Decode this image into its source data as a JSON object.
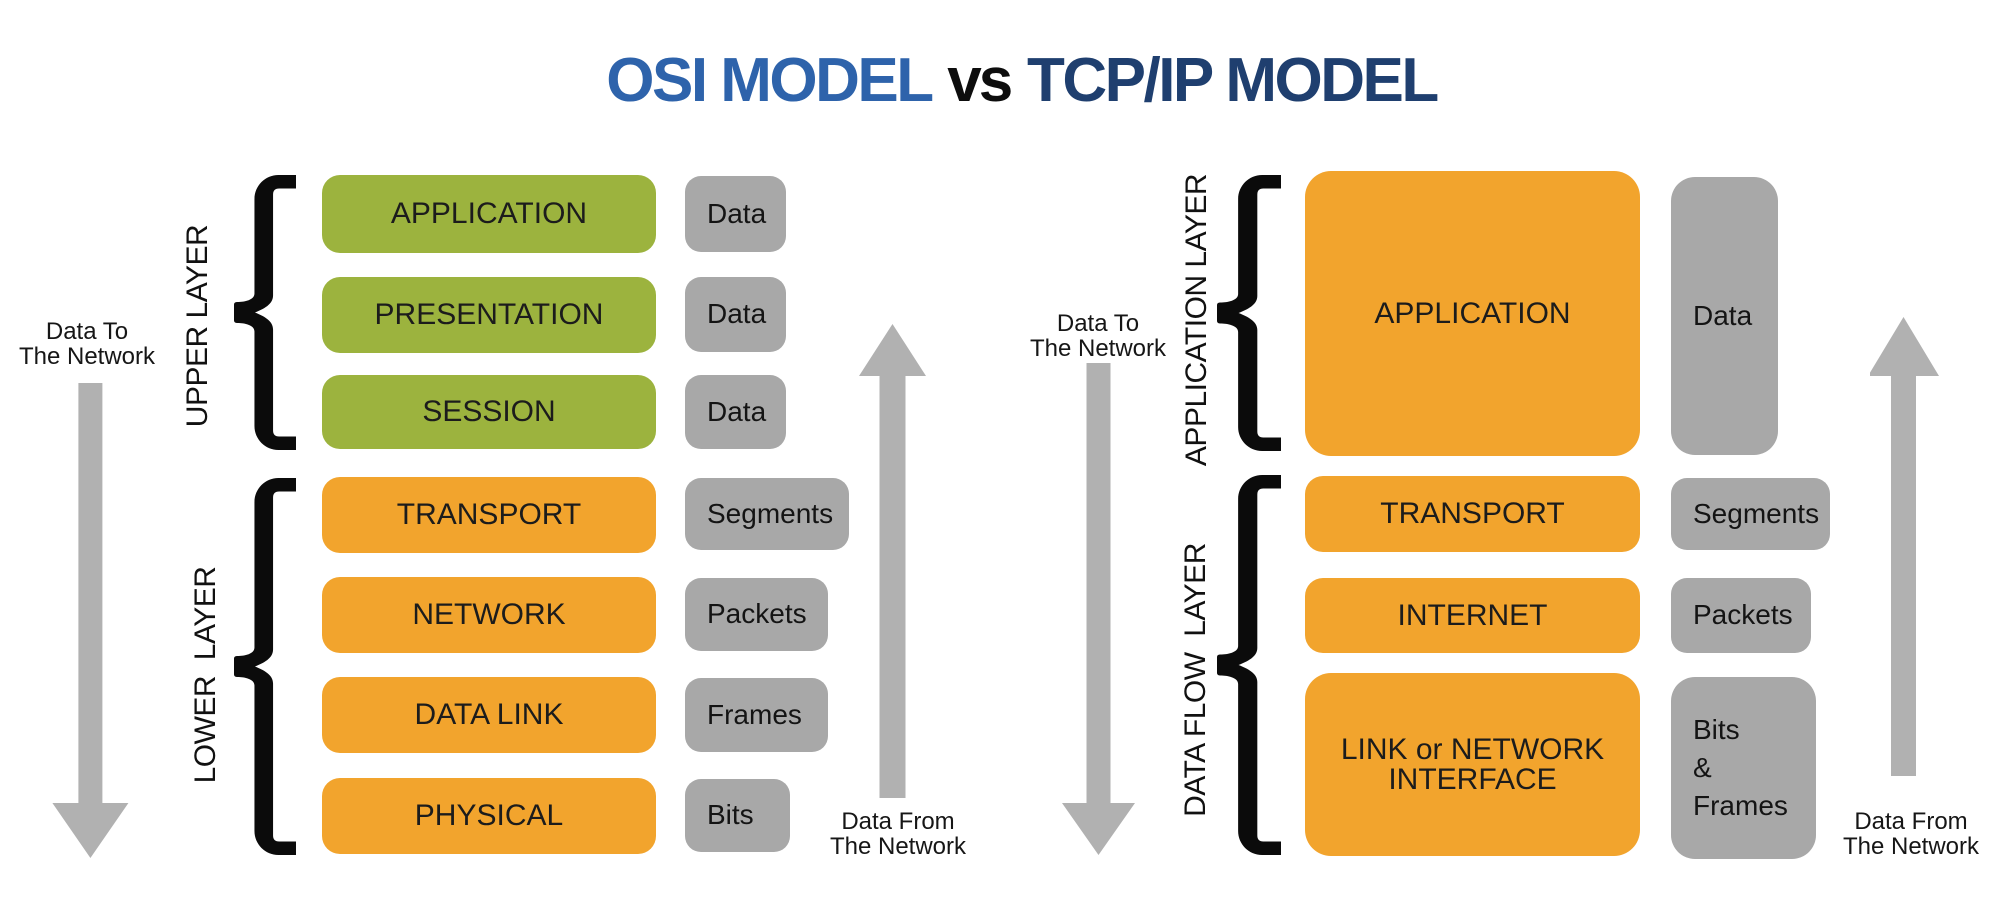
{
  "title": {
    "left": "OSI MODEL",
    "middle": "vs",
    "right": "TCP/IP MODEL"
  },
  "colors": {
    "green": "#9cb33e",
    "orange": "#f2a42d",
    "gray": "#a8a8a8",
    "arrow": "#b1b1b1",
    "blue1": "#2e63ab",
    "blue2": "#1f3f6f",
    "text": "#1d1d1d"
  },
  "osi": {
    "groups": [
      {
        "label": "UPPER LAYER"
      },
      {
        "label": "LOWER  LAYER"
      }
    ],
    "layers": [
      {
        "name": "APPLICATION",
        "unit": "Data"
      },
      {
        "name": "PRESENTATION",
        "unit": "Data"
      },
      {
        "name": "SESSION",
        "unit": "Data"
      },
      {
        "name": "TRANSPORT",
        "unit": "Segments"
      },
      {
        "name": "NETWORK",
        "unit": "Packets"
      },
      {
        "name": "DATA LINK",
        "unit": "Frames"
      },
      {
        "name": "PHYSICAL",
        "unit": "Bits"
      }
    ],
    "down_note": "Data To\nThe Network",
    "up_note": "Data From\nThe Network"
  },
  "tcpip": {
    "groups": [
      {
        "label": "APPLICATION LAYER"
      },
      {
        "label": "DATA FLOW  LAYER"
      }
    ],
    "layers": [
      {
        "name": "APPLICATION",
        "unit": "Data"
      },
      {
        "name": "TRANSPORT",
        "unit": "Segments"
      },
      {
        "name": "INTERNET",
        "unit": "Packets"
      },
      {
        "name_line1": "LINK or NETWORK",
        "name_line2": "INTERFACE",
        "unit_lines": [
          "Bits",
          "&",
          "Frames"
        ]
      }
    ],
    "down_note": "Data To\nThe Network",
    "up_note": "Data From\nThe Network"
  }
}
